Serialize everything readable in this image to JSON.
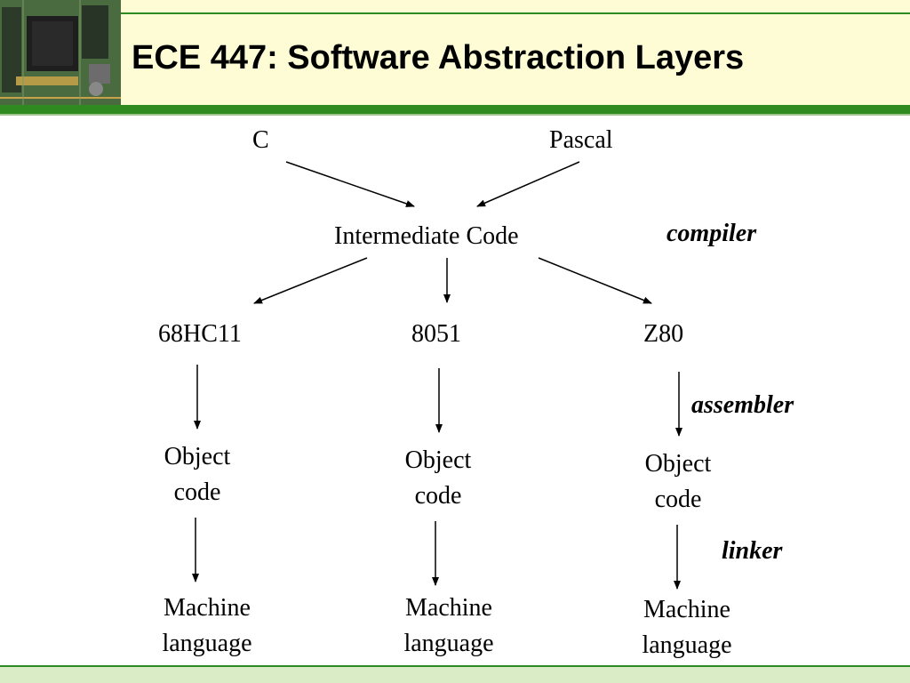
{
  "slide": {
    "title": "ECE 447: Software Abstraction Layers"
  },
  "diagram": {
    "languages": {
      "c": "C",
      "pascal": "Pascal"
    },
    "intermediate": "Intermediate Code",
    "targets": {
      "hc11": "68HC11",
      "i8051": "8051",
      "z80": "Z80"
    },
    "object_code": {
      "line1": "Object",
      "line2": "code"
    },
    "machine_language": {
      "line1": "Machine",
      "line2": "language"
    },
    "tools": {
      "compiler": "compiler",
      "assembler": "assembler",
      "linker": "linker"
    }
  },
  "colors": {
    "header_bg": "#fdfcd4",
    "accent_green": "#2f8a1f",
    "footer_bg": "#d9ecc5"
  }
}
